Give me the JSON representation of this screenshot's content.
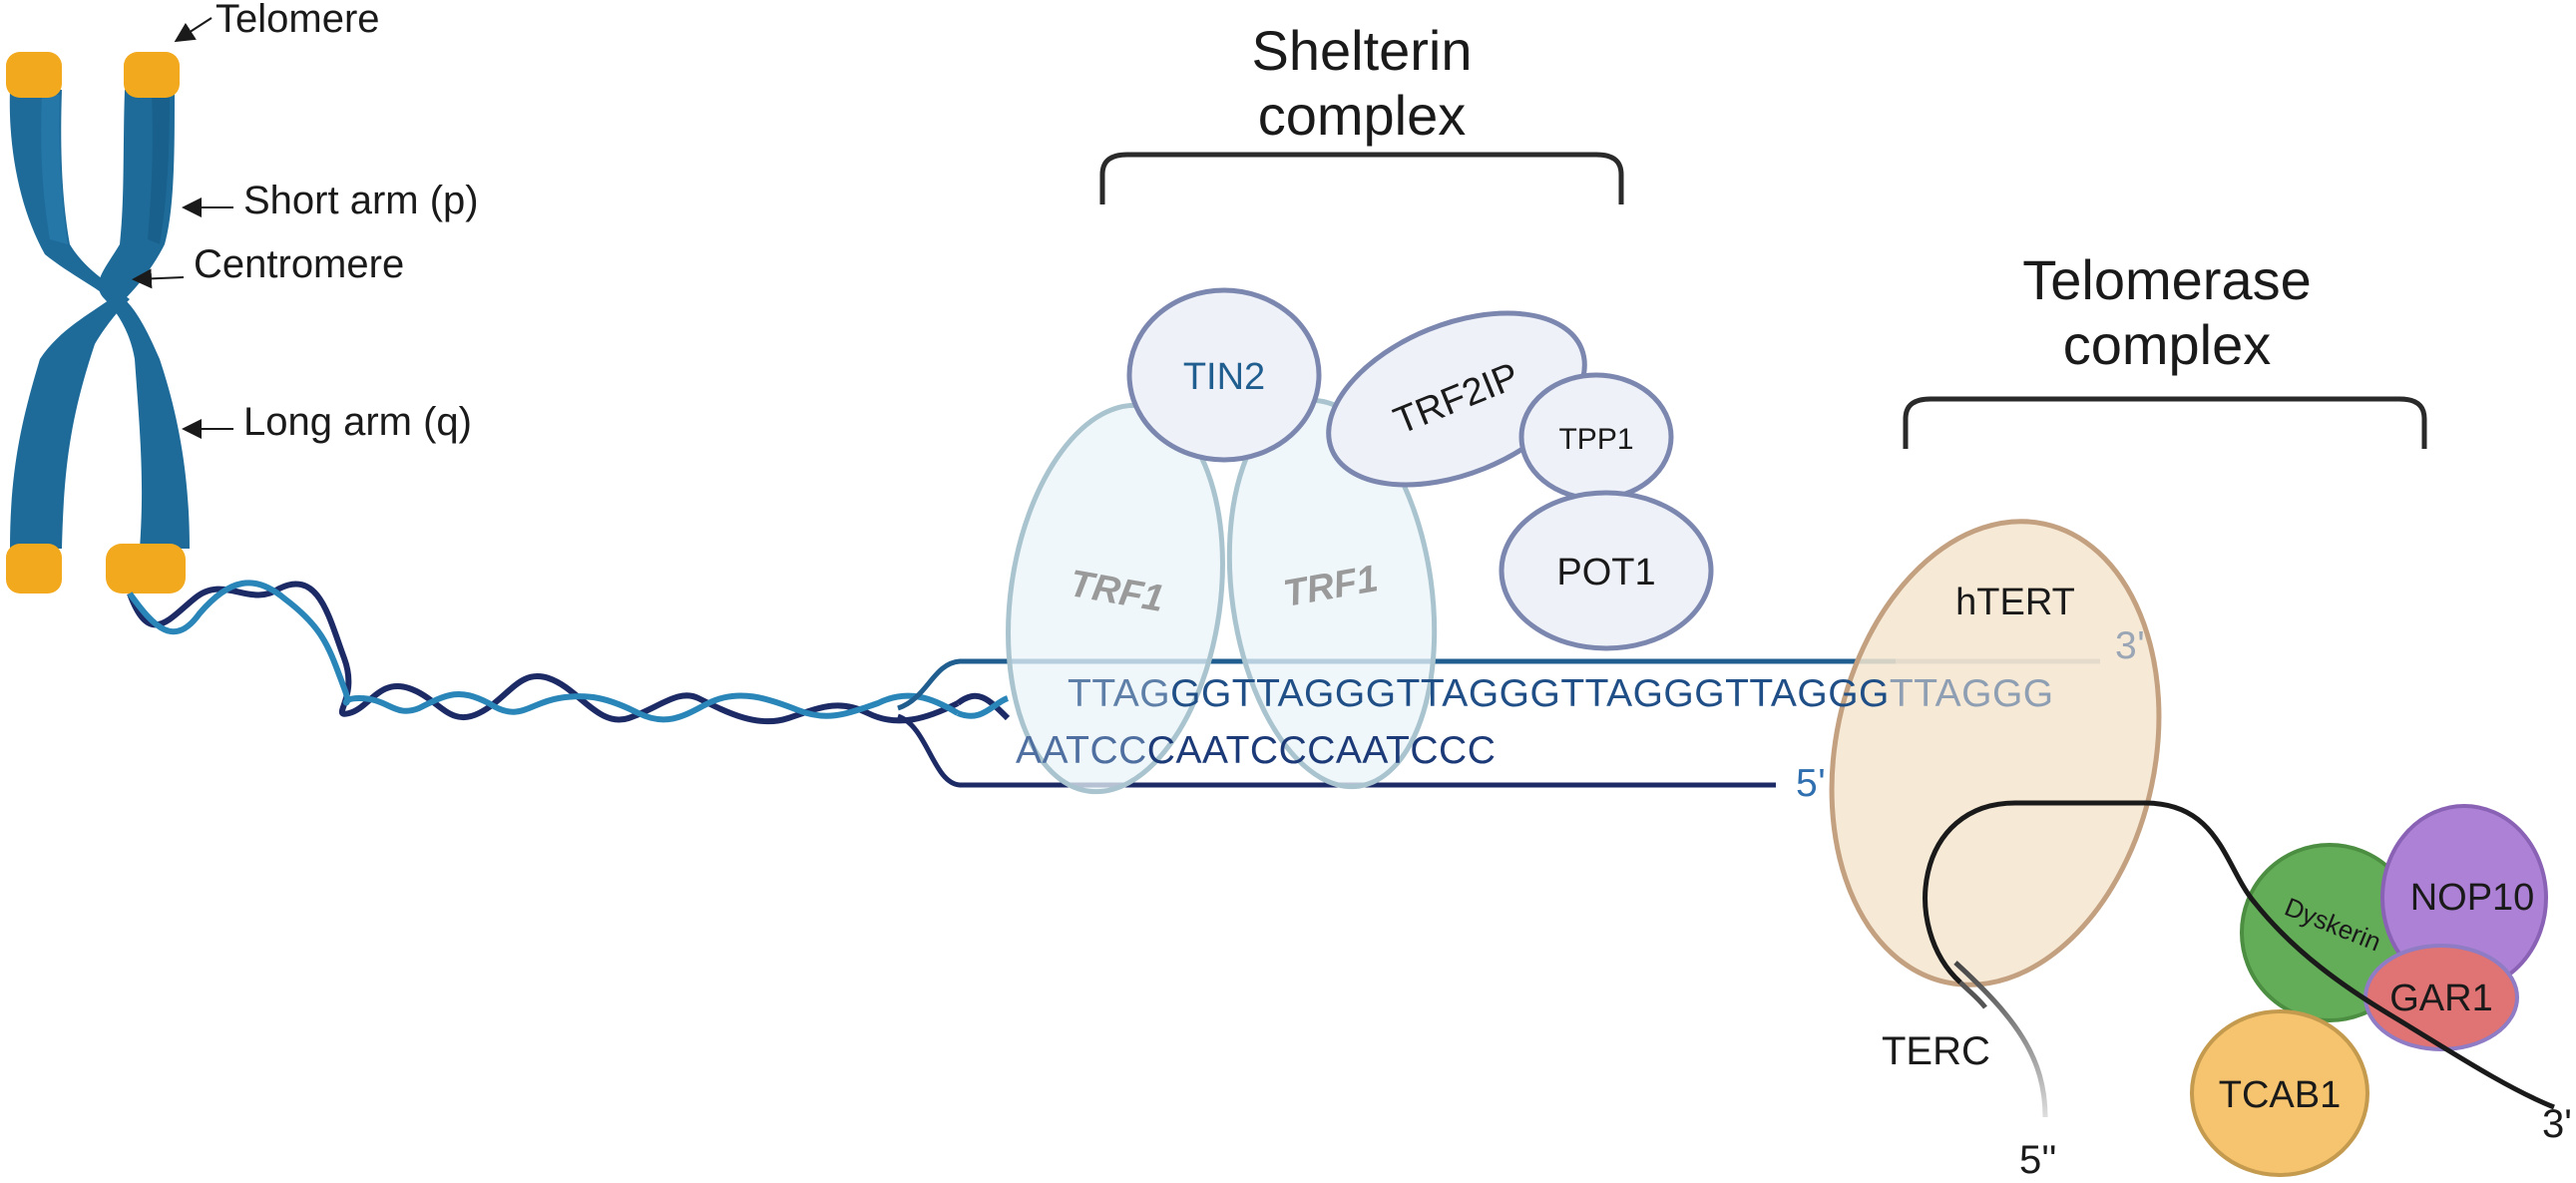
{
  "chromosome": {
    "labels": {
      "telomere": "Telomere",
      "short_arm": "Short arm (p)",
      "centromere": "Centromere",
      "long_arm": "Long arm (q)"
    }
  },
  "shelterin": {
    "title_line1": "Shelterin",
    "title_line2": "complex",
    "proteins": {
      "tin2": "TIN2",
      "trf1_left": "TRF1",
      "trf1_right": "TRF1",
      "trf2ip": "TRF2IP",
      "tpp1": "TPP1",
      "pot1": "POT1"
    }
  },
  "dna": {
    "top_strand": {
      "prefix": "TTAG",
      "middle": "GGTTAGGGTTAGGGTTAGGGTTAGGG",
      "suffix": "TTAGGG",
      "end_label": "3'"
    },
    "bottom_strand": {
      "prefix": "AATCC",
      "middle": "CAATCCCAATCCC",
      "end_label": "5'"
    }
  },
  "telomerase": {
    "title_line1": "Telomerase",
    "title_line2": "complex",
    "proteins": {
      "htert": "hTERT",
      "terc": "TERC",
      "dyskerin": "Dyskerin",
      "nop10": "NOP10",
      "gar1": "GAR1",
      "tcab1": "TCAB1"
    },
    "rna_end_5": "5''",
    "rna_end_3": "3'"
  },
  "colors": {
    "chromosome_blue": "#1e6b9a",
    "telomere_orange": "#f2a91d",
    "dna_dark": "#1c2a66",
    "dna_blue": "#1f5e8f",
    "shelterin_stroke": "#7c87b0",
    "trf1_stroke": "#a9c4cf",
    "htert_fill": "#f5e5cf",
    "htert_stroke": "#c3a07f",
    "dyskerin": "#64ad58",
    "nop10": "#ad82d6",
    "gar1": "#e07373",
    "tcab1": "#f6c46e"
  }
}
